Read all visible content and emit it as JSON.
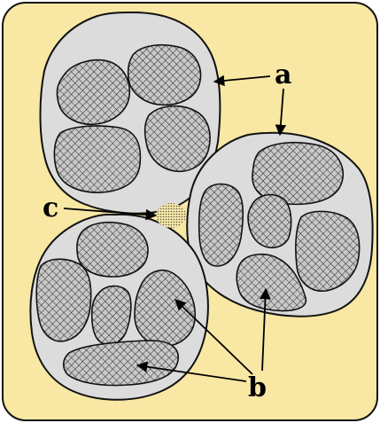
{
  "labels": {
    "a": "a",
    "b": "b",
    "c": "c"
  },
  "colors": {
    "background": "#f8e8a4",
    "border": "#111111",
    "aggregate_fill": "#dcdcdc",
    "particle_hatch": "#2a2a2a",
    "particle_bg": "#c8c8c8",
    "pore_dots": "#555555"
  }
}
